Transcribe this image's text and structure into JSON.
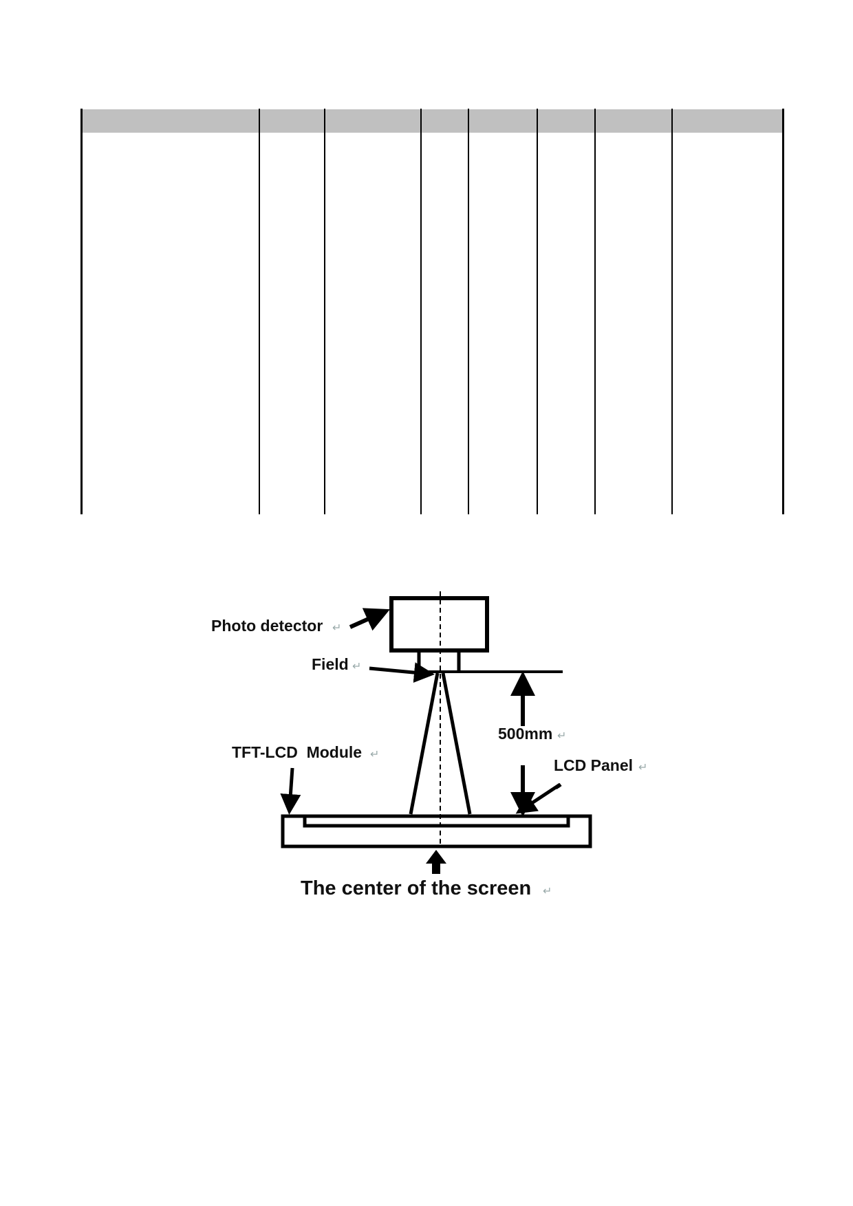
{
  "table": {
    "header_background": "#c0c0c0",
    "columns": [
      {
        "header": ""
      },
      {
        "header": ""
      },
      {
        "header": ""
      },
      {
        "header": ""
      },
      {
        "header": ""
      },
      {
        "header": ""
      },
      {
        "header": ""
      },
      {
        "header": ""
      }
    ],
    "rows": []
  },
  "diagram": {
    "labels": {
      "photo_detector": "Photo detector",
      "field": "Field",
      "distance": "500mm",
      "tft_lcd_module": "TFT-LCD  Module",
      "lcd_panel": "LCD Panel",
      "center_caption": "The center of the screen"
    },
    "paragraph_mark": "↵"
  }
}
